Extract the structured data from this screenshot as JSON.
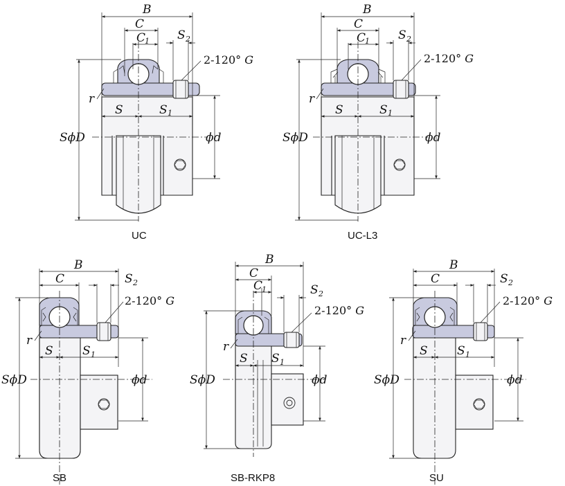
{
  "labels": {
    "B": "B",
    "C": "C",
    "C1": "C",
    "C1_sub": "1",
    "S2": "S",
    "S2_sub": "2",
    "S": "S",
    "S1": "S",
    "S1_sub": "1",
    "r": "r",
    "SD": "SϕD",
    "d": "ϕd",
    "angle": "2-120° ",
    "angle_G": "G"
  },
  "captions": {
    "uc": "UC",
    "ucl3": "UC-L3",
    "sb": "SB",
    "sbrkp8": "SB-RKP8",
    "su": "SU"
  },
  "colors": {
    "ring": "#c8cadf",
    "housing": "#f4f4f6",
    "line": "#222222"
  }
}
